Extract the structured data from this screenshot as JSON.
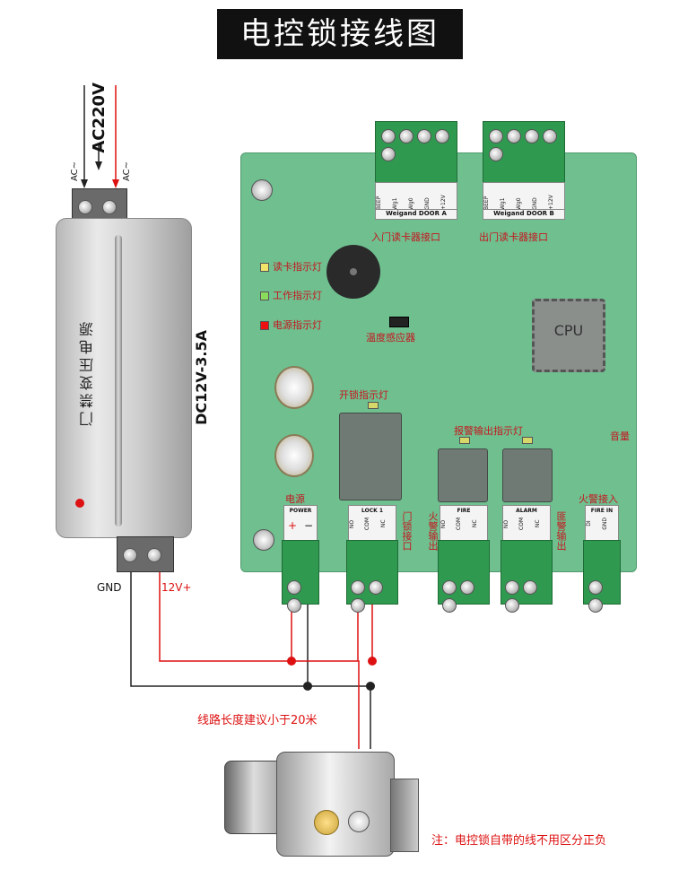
{
  "title": "电控锁接线图",
  "power_supply": {
    "ac_input": "AC220V",
    "ac_left": "AC~",
    "ac_right": "AC~",
    "body_label": "门禁变压电源",
    "dc_output": "DC12V-3.5A",
    "gnd_label": "GND",
    "v12_label": "12V+"
  },
  "board": {
    "reader_a": {
      "pins": [
        "BEEP",
        "Wg1",
        "Wg0",
        "GND",
        "+12V"
      ],
      "header": "Weigand DOOR A",
      "label": "入门读卡器接口"
    },
    "reader_b": {
      "pins": [
        "BEEP",
        "Wg1",
        "Wg0",
        "GND",
        "+12V"
      ],
      "header": "Weigand DOOR B",
      "label": "出门读卡器接口"
    },
    "leds": {
      "read": "读卡指示灯",
      "work": "工作指示灯",
      "power": "电源指示灯"
    },
    "temp_sensor": "温度感应器",
    "cpu": "CPU",
    "unlock_led": "开锁指示灯",
    "alarm_led": "报警输出指示灯",
    "volume": "音量",
    "power_label": "电源",
    "fire_input_label": "火警接入",
    "terminals": {
      "power": {
        "header": "POWER",
        "pins": [
          "+",
          "−"
        ]
      },
      "lock": {
        "header": "LOCK 1",
        "pins": [
          "NO",
          "COM",
          "NC"
        ],
        "side": "门锁接口"
      },
      "fire": {
        "header": "FIRE",
        "pins": [
          "NO",
          "COM",
          "NC"
        ],
        "side": "火警输出"
      },
      "alarm": {
        "header": "ALARM",
        "pins": [
          "NO",
          "COM",
          "NC"
        ],
        "side": "匪警输出"
      },
      "fire_in": {
        "header": "FIRE IN",
        "pins": [
          "DI",
          "GND"
        ]
      }
    }
  },
  "wiring_note": "线路长度建议小于20米",
  "lock_note": "注：电控锁自带的线不用区分正负",
  "colors": {
    "board": "#6fbf8f",
    "wire_red": "#d11111",
    "wire_black": "#222222",
    "terminal_green": "#2f9a4f"
  }
}
